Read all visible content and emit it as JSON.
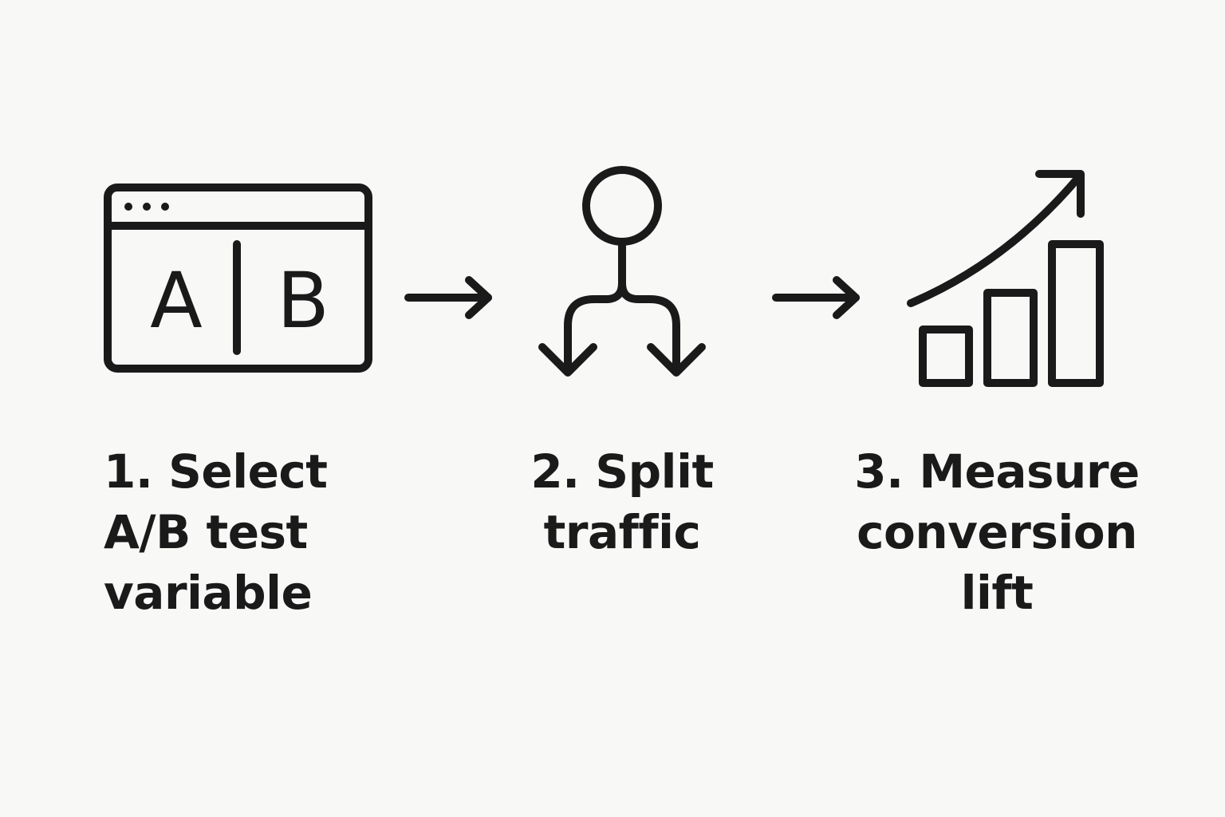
{
  "steps": [
    {
      "lines": [
        "1. Select",
        "A/B test",
        "variable"
      ],
      "icon": "ab-test-window-icon"
    },
    {
      "lines": [
        "2. Split",
        "traffic"
      ],
      "icon": "split-traffic-icon"
    },
    {
      "lines": [
        "3. Measure",
        "conversion",
        "lift"
      ],
      "icon": "growth-chart-icon"
    }
  ],
  "window_letters": {
    "a": "A",
    "b": "B"
  },
  "connectors": [
    "arrow-right-icon",
    "arrow-right-icon"
  ],
  "colors": {
    "ink": "#1a1a1a",
    "background": "#f8f8f7"
  }
}
